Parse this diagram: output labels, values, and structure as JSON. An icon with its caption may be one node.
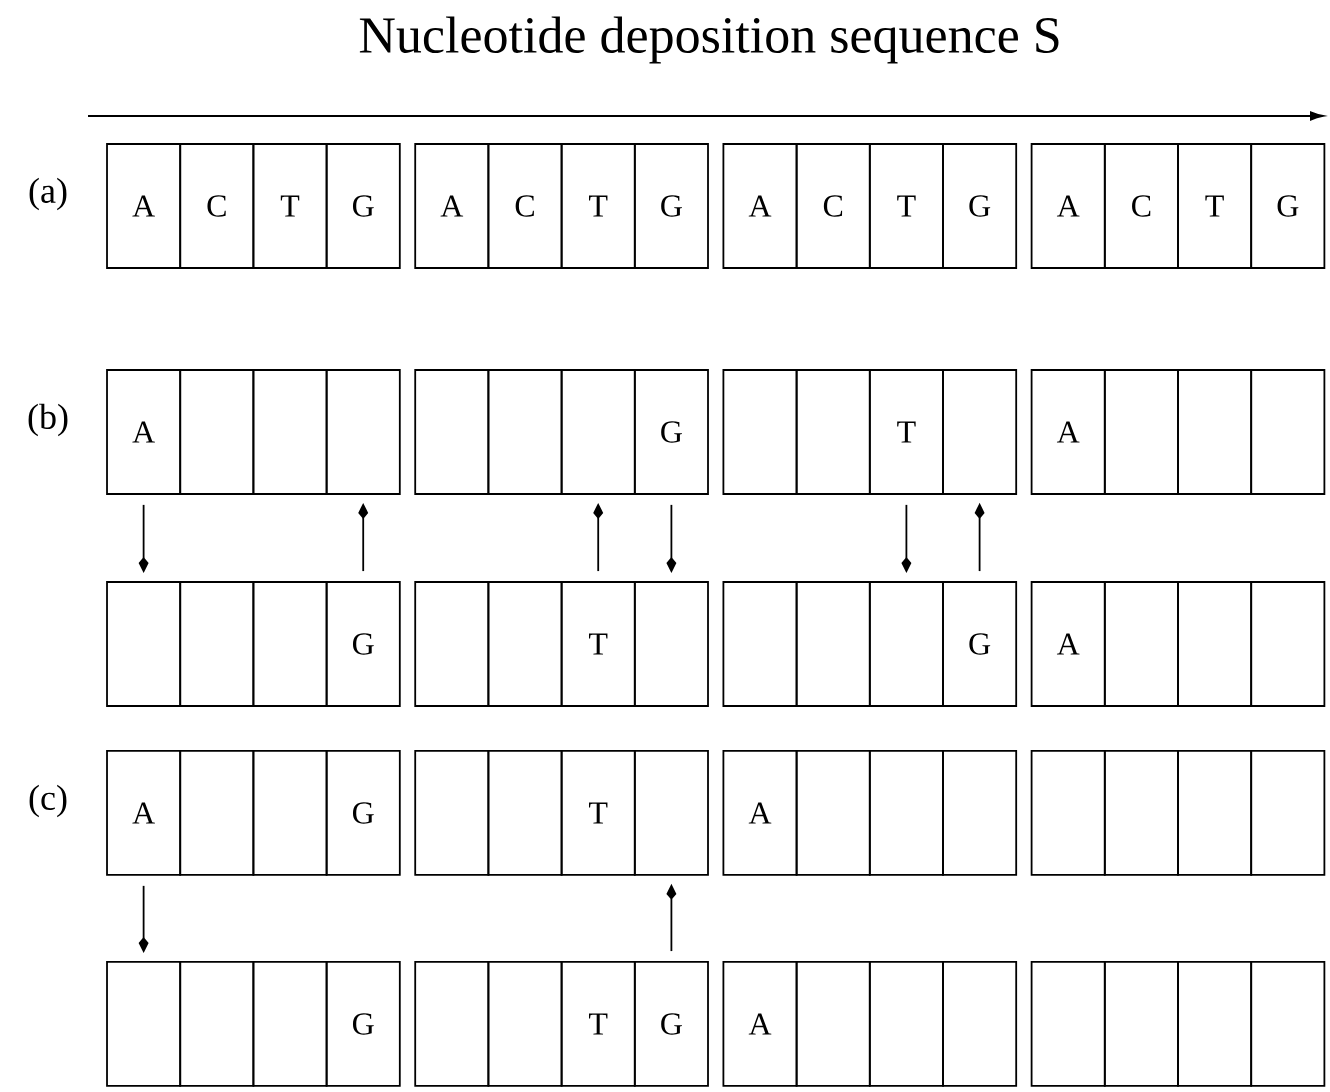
{
  "diagram": {
    "title": "Nucleotide deposition sequence S",
    "nodes": [
      {
        "text": [
          "A"
        ]
      },
      {
        "text": [
          "C"
        ]
      },
      {
        "text": [
          "T"
        ]
      },
      {
        "text": [
          "G"
        ]
      },
      {
        "text": [
          "A"
        ]
      },
      {
        "text": [
          "C"
        ]
      },
      {
        "text": [
          "T"
        ]
      },
      {
        "text": [
          "G"
        ]
      },
      {
        "text": [
          "A"
        ]
      },
      {
        "text": [
          "C"
        ]
      },
      {
        "text": [
          "T"
        ]
      },
      {
        "text": [
          "G"
        ]
      },
      {
        "text": [
          "A"
        ]
      },
      {
        "text": [
          "C"
        ]
      },
      {
        "text": [
          "T"
        ]
      },
      {
        "text": [
          "G"
        ]
      },
      {
        "text": [
          "A"
        ]
      },
      {
        "text": [],
        "shape": "box"
      },
      {
        "text": [],
        "shape": "box"
      },
      {
        "text": [],
        "shape": "box"
      },
      {
        "text": [],
        "shape": "box"
      },
      {
        "text": [],
        "shape": "box"
      },
      {
        "text": [],
        "shape": "box"
      },
      {
        "text": [
          "G"
        ]
      },
      {
        "text": [],
        "shape": "box"
      },
      {
        "text": [],
        "shape": "box"
      },
      {
        "text": [
          "T"
        ]
      },
      {
        "text": [],
        "shape": "box"
      },
      {
        "text": [
          "A"
        ]
      },
      {
        "text": [],
        "shape": "box"
      },
      {
        "text": [],
        "shape": "box"
      },
      {
        "text": [],
        "shape": "box"
      },
      {
        "text": [],
        "shape": "box"
      },
      {
        "text": [],
        "shape": "box"
      },
      {
        "text": [],
        "shape": "box"
      },
      {
        "text": [
          "G"
        ]
      },
      {
        "text": [],
        "shape": "box"
      },
      {
        "text": [],
        "shape": "box"
      },
      {
        "text": [
          "T"
        ]
      },
      {
        "text": [],
        "shape": "box"
      },
      {
        "text": [],
        "shape": "box"
      },
      {
        "text": [],
        "shape": "box"
      },
      {
        "text": [],
        "shape": "box"
      },
      {
        "text": [
          "G"
        ]
      },
      {
        "text": [
          "A"
        ]
      },
      {
        "text": [],
        "shape": "box"
      },
      {
        "text": [],
        "shape": "box"
      },
      {
        "text": [],
        "shape": "box"
      },
      {
        "text": [
          "A"
        ]
      },
      {
        "text": [],
        "shape": "box"
      },
      {
        "text": [],
        "shape": "box"
      },
      {
        "text": [
          "G"
        ]
      },
      {
        "text": [],
        "shape": "box"
      },
      {
        "text": [],
        "shape": "box"
      },
      {
        "text": [
          "T"
        ]
      },
      {
        "text": [],
        "shape": "box"
      },
      {
        "text": [
          "A"
        ]
      },
      {
        "text": [],
        "shape": "box"
      },
      {
        "text": [],
        "shape": "box"
      },
      {
        "text": [],
        "shape": "box"
      },
      {
        "text": [],
        "shape": "box"
      },
      {
        "text": [],
        "shape": "box"
      },
      {
        "text": [],
        "shape": "box"
      },
      {
        "text": [],
        "shape": "box"
      },
      {
        "text": [],
        "shape": "box"
      },
      {
        "text": [],
        "shape": "box"
      },
      {
        "text": [],
        "shape": "box"
      },
      {
        "text": [
          "G"
        ]
      },
      {
        "text": [],
        "shape": "box"
      },
      {
        "text": [],
        "shape": "box"
      },
      {
        "text": [
          "T"
        ]
      },
      {
        "text": [
          "G"
        ]
      },
      {
        "text": [
          "A"
        ]
      },
      {
        "text": [],
        "shape": "box"
      },
      {
        "text": [],
        "shape": "box"
      },
      {
        "text": [],
        "shape": "box"
      },
      {
        "text": [],
        "shape": "box"
      },
      {
        "text": [],
        "shape": "box"
      },
      {
        "text": [],
        "shape": "box"
      },
      {
        "text": [],
        "shape": "box"
      }
    ],
    "edges": [
      {
        "from": 16,
        "to": 32,
        "arrow": "to"
      },
      {
        "from": 35,
        "to": 19,
        "arrow": "to"
      },
      {
        "from": 38,
        "to": 22,
        "arrow": "to"
      },
      {
        "from": 23,
        "to": 39,
        "arrow": "to"
      },
      {
        "from": 26,
        "to": 42,
        "arrow": "to"
      },
      {
        "from": 43,
        "to": 27,
        "arrow": "to"
      },
      {
        "from": 48,
        "to": 64,
        "arrow": "to"
      },
      {
        "from": 71,
        "to": 55,
        "arrow": "to"
      }
    ],
    "labels": [
      "(a)",
      "(b)",
      "(c)"
    ]
  }
}
